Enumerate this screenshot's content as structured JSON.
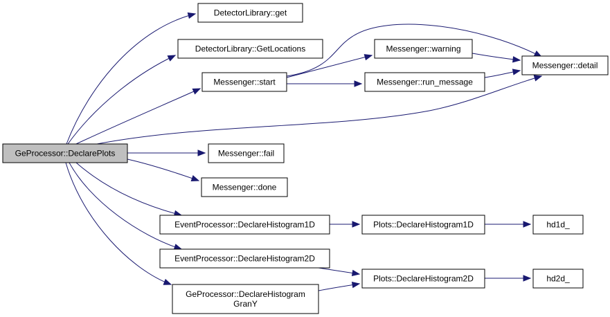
{
  "nodes": [
    {
      "id": "n_root",
      "label": "GeProcessor::DeclarePlots"
    },
    {
      "id": "n_get",
      "label": "DetectorLibrary::get"
    },
    {
      "id": "n_getloc",
      "label": "DetectorLibrary::GetLocations"
    },
    {
      "id": "n_start",
      "label": "Messenger::start"
    },
    {
      "id": "n_warn",
      "label": "Messenger::warning"
    },
    {
      "id": "n_runmsg",
      "label": "Messenger::run_message"
    },
    {
      "id": "n_detail",
      "label": "Messenger::detail"
    },
    {
      "id": "n_fail",
      "label": "Messenger::fail"
    },
    {
      "id": "n_done",
      "label": "Messenger::done"
    },
    {
      "id": "n_ep1d",
      "label": "EventProcessor::DeclareHistogram1D"
    },
    {
      "id": "n_pl1d",
      "label": "Plots::DeclareHistogram1D"
    },
    {
      "id": "n_hd1d",
      "label": "hd1d_"
    },
    {
      "id": "n_ep2d",
      "label": "EventProcessor::DeclareHistogram2D"
    },
    {
      "id": "n_pl2d",
      "label": "Plots::DeclareHistogram2D"
    },
    {
      "id": "n_hd2d",
      "label": "hd2d_"
    },
    {
      "id": "n_gegy",
      "label": "GeProcessor::DeclareHistogram\nGranY"
    }
  ],
  "edges": [
    [
      "n_root",
      "n_get"
    ],
    [
      "n_root",
      "n_getloc"
    ],
    [
      "n_root",
      "n_start"
    ],
    [
      "n_root",
      "n_detail"
    ],
    [
      "n_root",
      "n_fail"
    ],
    [
      "n_root",
      "n_done"
    ],
    [
      "n_root",
      "n_ep1d"
    ],
    [
      "n_root",
      "n_ep2d"
    ],
    [
      "n_root",
      "n_gegy"
    ],
    [
      "n_start",
      "n_warn"
    ],
    [
      "n_start",
      "n_runmsg"
    ],
    [
      "n_start",
      "n_detail"
    ],
    [
      "n_warn",
      "n_detail"
    ],
    [
      "n_runmsg",
      "n_detail"
    ],
    [
      "n_ep1d",
      "n_pl1d"
    ],
    [
      "n_pl1d",
      "n_hd1d"
    ],
    [
      "n_ep2d",
      "n_pl2d"
    ],
    [
      "n_pl2d",
      "n_hd2d"
    ],
    [
      "n_gegy",
      "n_pl2d"
    ]
  ],
  "colors": {
    "edge": "#191970",
    "root_fill": "#bfbfbf",
    "node_fill": "#ffffff"
  }
}
